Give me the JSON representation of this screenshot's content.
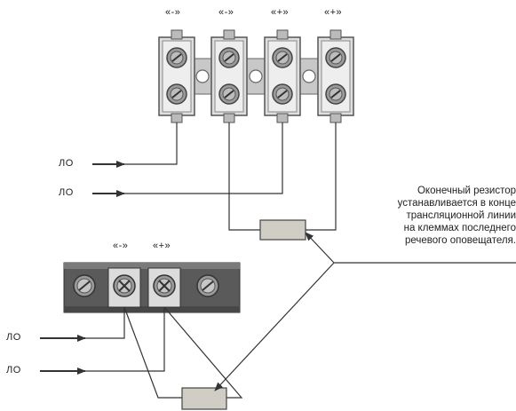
{
  "top_block": {
    "polarity_labels": [
      "«-»",
      "«-»",
      "«+»",
      "«+»"
    ]
  },
  "bottom_block": {
    "polarity_labels": [
      "«-»",
      "«+»"
    ]
  },
  "line_labels": [
    "ЛО",
    "ЛО",
    "ЛО",
    "ЛО"
  ],
  "note": {
    "lines": [
      "Оконечный резистор",
      "устанавливается в конце",
      "трансляционной линии",
      "на клеммах последнего",
      "речевого оповещателя."
    ]
  },
  "colors": {
    "terminal_fill": "#d8d8d8",
    "terminal_stroke": "#444444",
    "bar_fill": "#5a5a5a",
    "screw_fill": "#9a9a9a",
    "resistor_fill": "#d0cdc4",
    "wire": "#333333"
  },
  "icons": [
    "screw-icon",
    "arrow-icon",
    "resistor-icon"
  ]
}
